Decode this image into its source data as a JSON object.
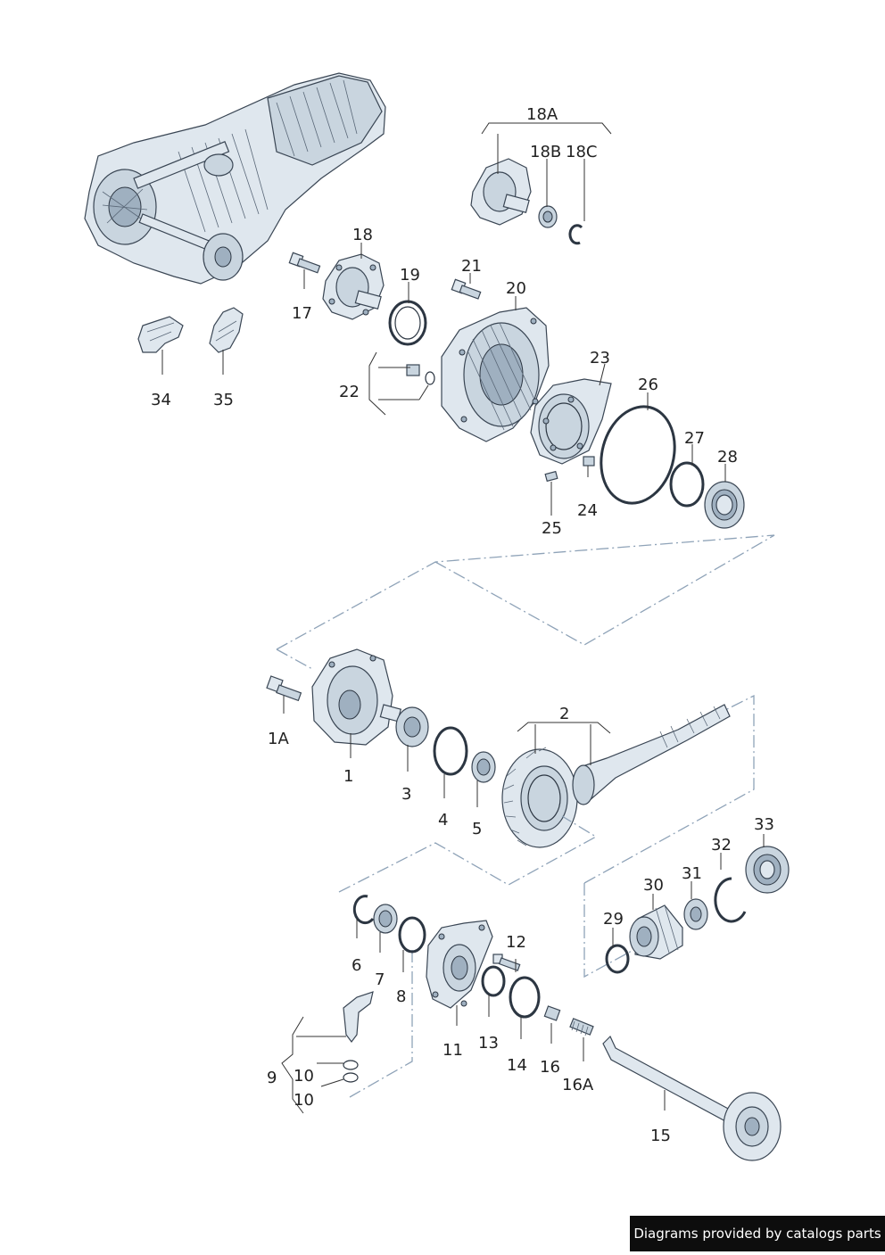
{
  "labels": {
    "p1": "1",
    "p1A": "1A",
    "p2": "2",
    "p3": "3",
    "p4": "4",
    "p5": "5",
    "p6": "6",
    "p7": "7",
    "p8": "8",
    "p9": "9",
    "p10a": "10",
    "p10b": "10",
    "p11": "11",
    "p12": "12",
    "p13": "13",
    "p14": "14",
    "p15": "15",
    "p16": "16",
    "p16A": "16A",
    "p17": "17",
    "p18": "18",
    "p18A": "18A",
    "p18B": "18B",
    "p18C": "18C",
    "p19": "19",
    "p20": "20",
    "p21": "21",
    "p22": "22",
    "p23": "23",
    "p24": "24",
    "p25": "25",
    "p26": "26",
    "p27": "27",
    "p28": "28",
    "p29": "29",
    "p30": "30",
    "p31": "31",
    "p32": "32",
    "p33": "33",
    "p34": "34",
    "p35": "35"
  },
  "watermark": "Diagrams provided by catalogs parts"
}
